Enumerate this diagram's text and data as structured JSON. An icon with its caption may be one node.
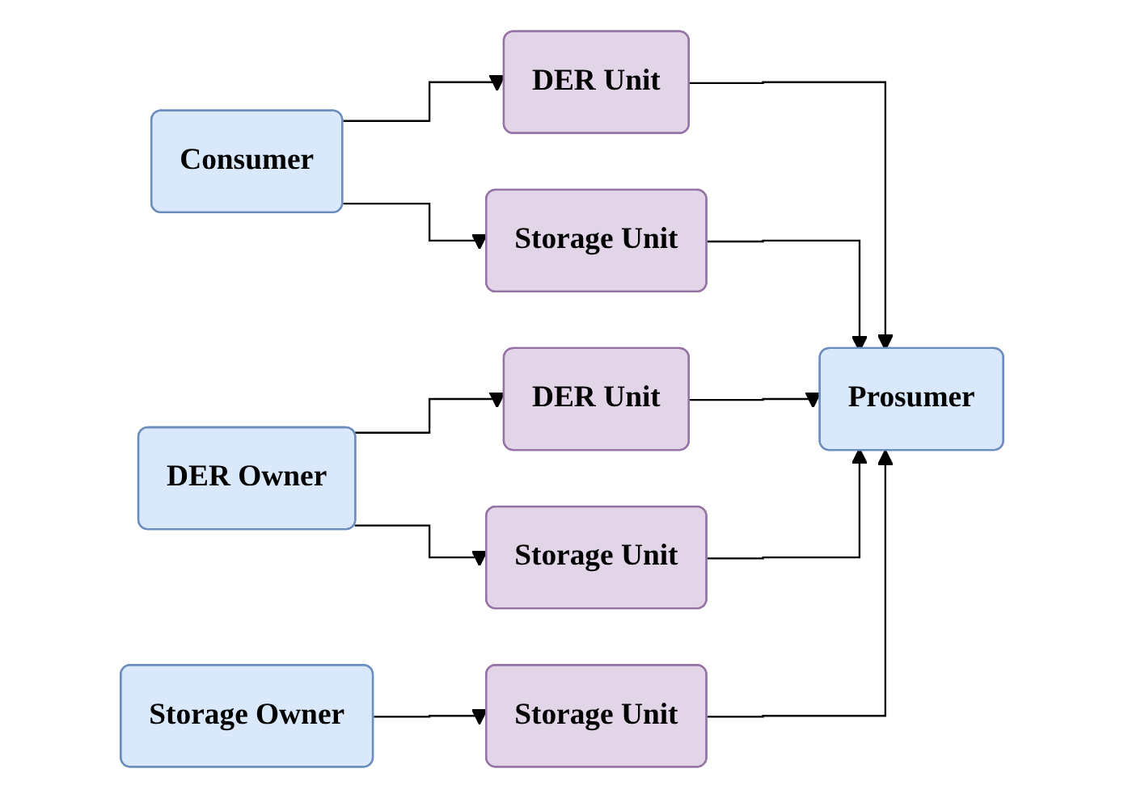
{
  "diagram": {
    "nodes": [
      {
        "text": [
          "Consumer"
        ]
      },
      {
        "text": [
          "DER Unit"
        ]
      },
      {
        "text": [
          "Storage Unit"
        ]
      },
      {
        "text": [
          "DER Owner"
        ]
      },
      {
        "text": [
          "DER Unit"
        ]
      },
      {
        "text": [
          "Storage Unit"
        ]
      },
      {
        "text": [
          "Prosumer"
        ]
      },
      {
        "text": [
          "Storage Owner"
        ]
      },
      {
        "text": [
          "Storage Unit"
        ]
      }
    ],
    "edges": [
      {
        "from": 0,
        "to": 1,
        "arrow": "to"
      },
      {
        "from": 0,
        "to": 2,
        "arrow": "to"
      },
      {
        "from": 1,
        "to": 6,
        "arrow": "to"
      },
      {
        "from": 2,
        "to": 6,
        "arrow": "to"
      },
      {
        "from": 3,
        "to": 4,
        "arrow": "to"
      },
      {
        "from": 3,
        "to": 5,
        "arrow": "to"
      },
      {
        "from": 4,
        "to": 6,
        "arrow": "to"
      },
      {
        "from": 5,
        "to": 6,
        "arrow": "to"
      },
      {
        "from": 7,
        "to": 8,
        "arrow": "to"
      },
      {
        "from": 8,
        "to": 6,
        "arrow": "to"
      }
    ]
  }
}
